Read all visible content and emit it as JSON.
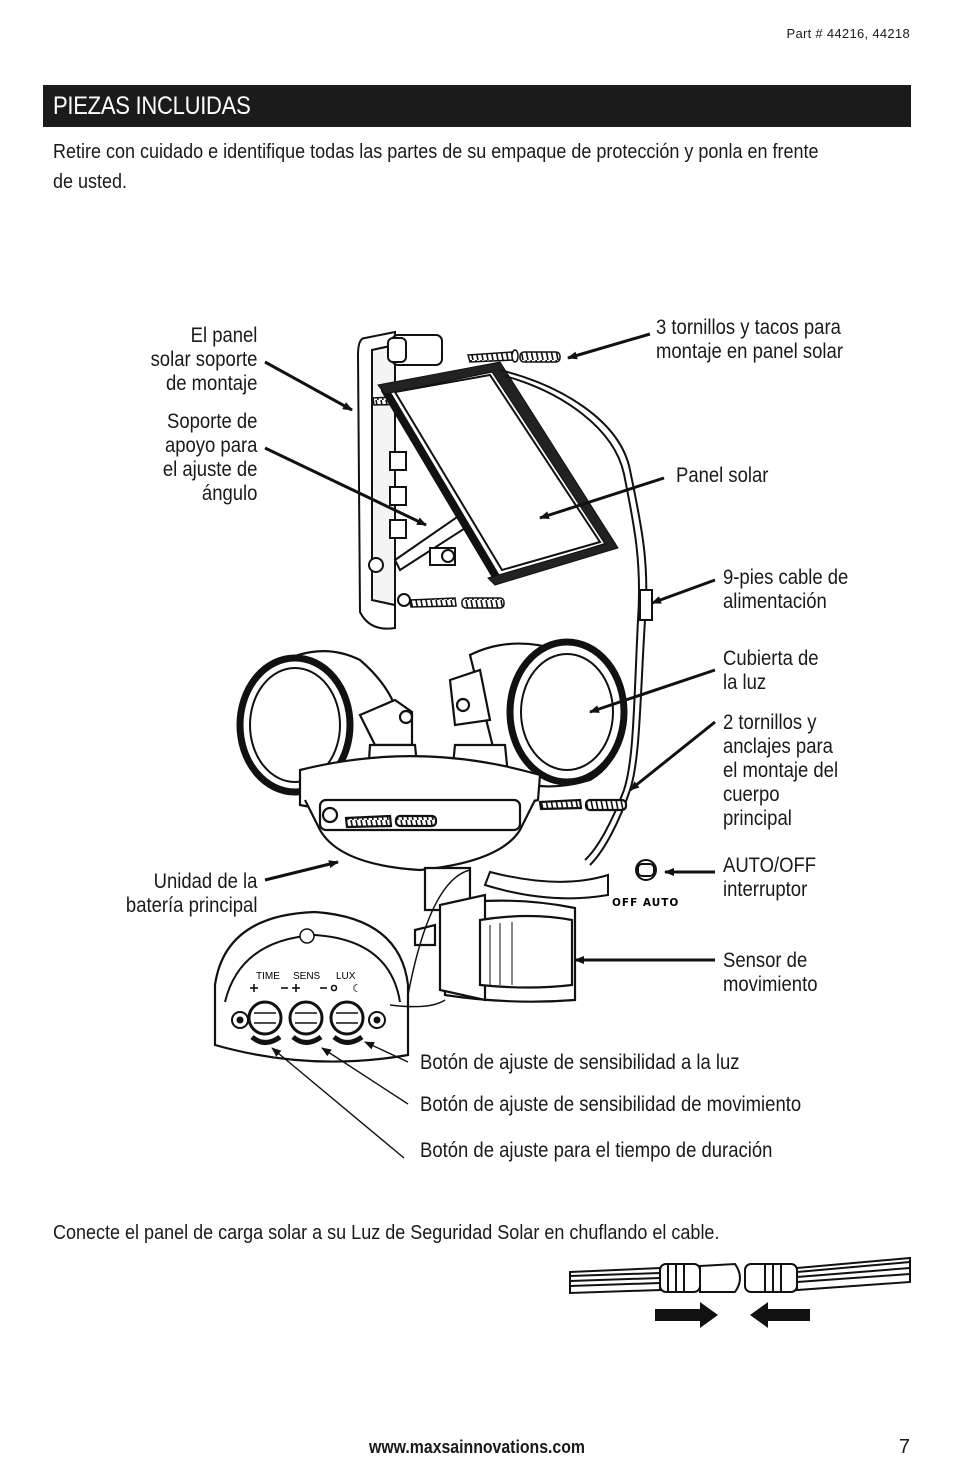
{
  "header": {
    "part_number": "Part # 44216, 44218"
  },
  "section": {
    "title": "PIEZAS INCLUIDAS"
  },
  "intro": "Retire con cuidado e identifique todas las partes de su empaque de protección y ponla en frente de usted.",
  "labels": {
    "mount_bracket": [
      "El panel",
      "solar soporte",
      "de montaje"
    ],
    "angle_support": [
      "Soporte de",
      "apoyo para",
      "el ajuste de",
      "ángulo"
    ],
    "panel_screws": [
      "3 tornillos y tacos para",
      "montaje en panel solar"
    ],
    "solar_panel": [
      "Panel solar"
    ],
    "power_cable": [
      "9-pies cable de",
      "alimentación"
    ],
    "light_cover": [
      "Cubierta de",
      "la luz"
    ],
    "body_screws": [
      "2 tornillos y",
      "anclajes para",
      "el montaje del",
      "cuerpo",
      "principal"
    ],
    "switch": [
      "AUTO/OFF",
      "interruptor"
    ],
    "battery_unit": [
      "Unidad de la",
      "batería principal"
    ],
    "motion_sensor": [
      "Sensor de",
      "movimiento"
    ],
    "lux_knob": "Botón de ajuste de sensibilidad a la luz",
    "sens_knob": "Botón de ajuste de sensibilidad de movimiento",
    "time_knob": "Botón de ajuste para el tiempo de duración"
  },
  "diagram": {
    "switch_text": "OFF AUTO",
    "dial_labels": [
      "TIME",
      "SENS",
      "LUX"
    ]
  },
  "connect_text": "Conecte el panel de carga solar a su Luz de Seguridad Solar en chuflando el cable.",
  "footer": {
    "url": "www.maxsainnovations.com",
    "page": "7"
  }
}
